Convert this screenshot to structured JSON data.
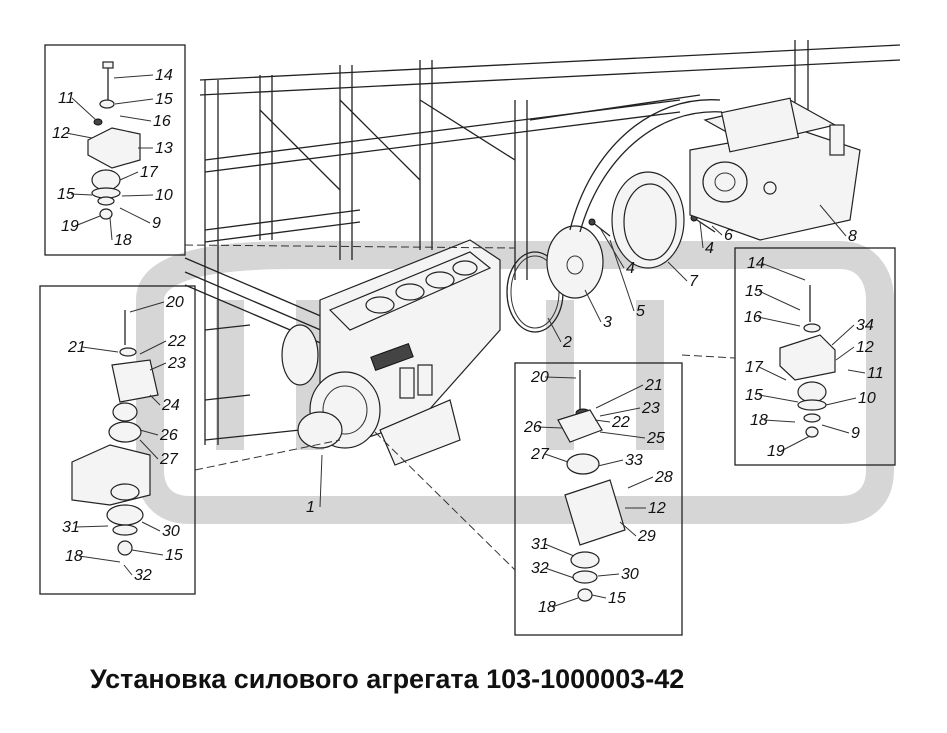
{
  "title": "Установка силового агрегата 103-1000003-42",
  "callouts": {
    "main": [
      "1",
      "2",
      "3",
      "4",
      "5",
      "4",
      "6",
      "7",
      "8"
    ],
    "box_top_left": [
      "14",
      "15",
      "11",
      "16",
      "12",
      "13",
      "17",
      "15",
      "10",
      "19",
      "9",
      "18"
    ],
    "box_left": [
      "20",
      "21",
      "22",
      "23",
      "24",
      "26",
      "27",
      "31",
      "30",
      "18",
      "15",
      "32"
    ],
    "box_bottom_center": [
      "20",
      "21",
      "23",
      "26",
      "22",
      "25",
      "27",
      "33",
      "28",
      "12",
      "29",
      "31",
      "30",
      "32",
      "15",
      "18"
    ],
    "box_right": [
      "14",
      "15",
      "16",
      "34",
      "12",
      "17",
      "11",
      "15",
      "10",
      "18",
      "9",
      "19"
    ]
  }
}
